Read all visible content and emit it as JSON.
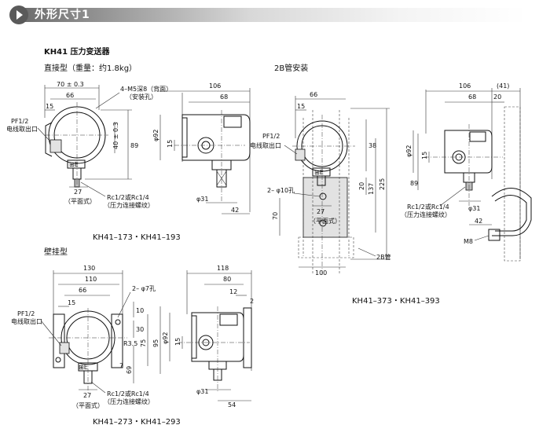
{
  "header": {
    "title": "外形尺寸1"
  },
  "model": {
    "title": "KH41  压力变送器"
  },
  "direct": {
    "title": "直接型（重量：约1.8kg）",
    "dim_70": "70 ± 0.3",
    "dim_66": "66",
    "dim_15": "15",
    "holes_1": "4–M5深8（背面）",
    "holes_2": "（安装孔）",
    "pf_1": "PF1/2",
    "pf_2": "电线取出口",
    "dim_40": "40 ± 0.3",
    "dim_89": "89",
    "dim_27": "27",
    "flat": "（平面式）",
    "rc_1": "Rc1/2或Rc1/4",
    "rc_2": "（压力连接螺纹）",
    "caption": "KH41–173・KH41–193"
  },
  "side1": {
    "dim_106": "106",
    "dim_68": "68",
    "phi92": "φ92",
    "dim_15": "15",
    "phi31": "φ31",
    "dim_42": "42"
  },
  "pipe": {
    "title": "2B管安装",
    "dim_66": "66",
    "dim_15": "15",
    "pf_1": "PF1/2",
    "pf_2": "电线取出口",
    "hole": "2– φ10孔",
    "dim_27": "27",
    "flat": "（平面式）",
    "dim_38": "38",
    "dim_137": "137",
    "dim_225": "225",
    "dim_20": "20",
    "dim_70": "70",
    "dim_100": "100",
    "tube": "2B管",
    "caption": "KH41–373・KH41–393"
  },
  "side2": {
    "dim_106": "106",
    "dim_41": "(41)",
    "dim_68": "68",
    "dim_20": "20",
    "phi92": "φ92",
    "dim_15": "15",
    "dim_89": "89",
    "rc_1": "Rc1/2或Rc1/4",
    "rc_2": "（压力连接螺纹）",
    "phi31": "φ31",
    "dim_42": "42",
    "m8": "M8"
  },
  "wall": {
    "title": "壁挂型",
    "dim_130": "130",
    "dim_110": "110",
    "dim_66": "66",
    "dim_15": "15",
    "hole": "2– φ7孔",
    "pf_1": "PF1/2",
    "pf_2": "电线取出口",
    "dim_10": "10",
    "dim_30": "30",
    "dim_75": "75",
    "dim_95": "95",
    "r35": "R3.5",
    "dim_7": "7",
    "dim_69": "69",
    "dim_27": "27",
    "rc_1": "Rc1/2或Rc1/4",
    "rc_2": "（压力连接螺纹）",
    "flat": "（平面式）",
    "caption": "KH41–273・KH41–293"
  },
  "side3": {
    "dim_118": "118",
    "dim_80": "80",
    "dim_12": "12",
    "dim_2": "2",
    "phi92": "φ92",
    "dim_15": "15",
    "phi31": "φ31",
    "dim_54": "54"
  }
}
